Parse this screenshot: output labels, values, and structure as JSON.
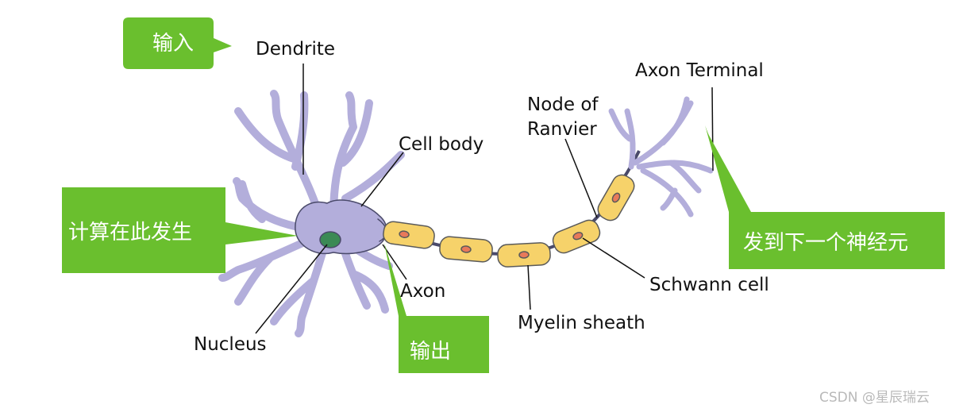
{
  "labels": {
    "dendrite": "Dendrite",
    "cell_body": "Cell body",
    "node_of_ranvier_1": "Node of",
    "node_of_ranvier_2": "Ranvier",
    "axon_terminal": "Axon Terminal",
    "axon": "Axon",
    "nucleus": "Nucleus",
    "myelin_sheath": "Myelin sheath",
    "schwann_cell": "Schwann cell"
  },
  "callouts": {
    "input": "输入",
    "compute": "计算在此发生",
    "output": "输出",
    "send": "发到下一个神经元"
  },
  "watermark": "CSDN @星辰瑞云",
  "colors": {
    "callout_green": "#6abf2e",
    "neuron_purple": "#b3aedb",
    "neuron_outline": "#4a4a6a",
    "nucleus_green": "#3b8a55",
    "myelin_fill": "#f6d26a",
    "myelin_outline": "#5a5a5a",
    "schwann_nucleus": "#e8795a"
  }
}
